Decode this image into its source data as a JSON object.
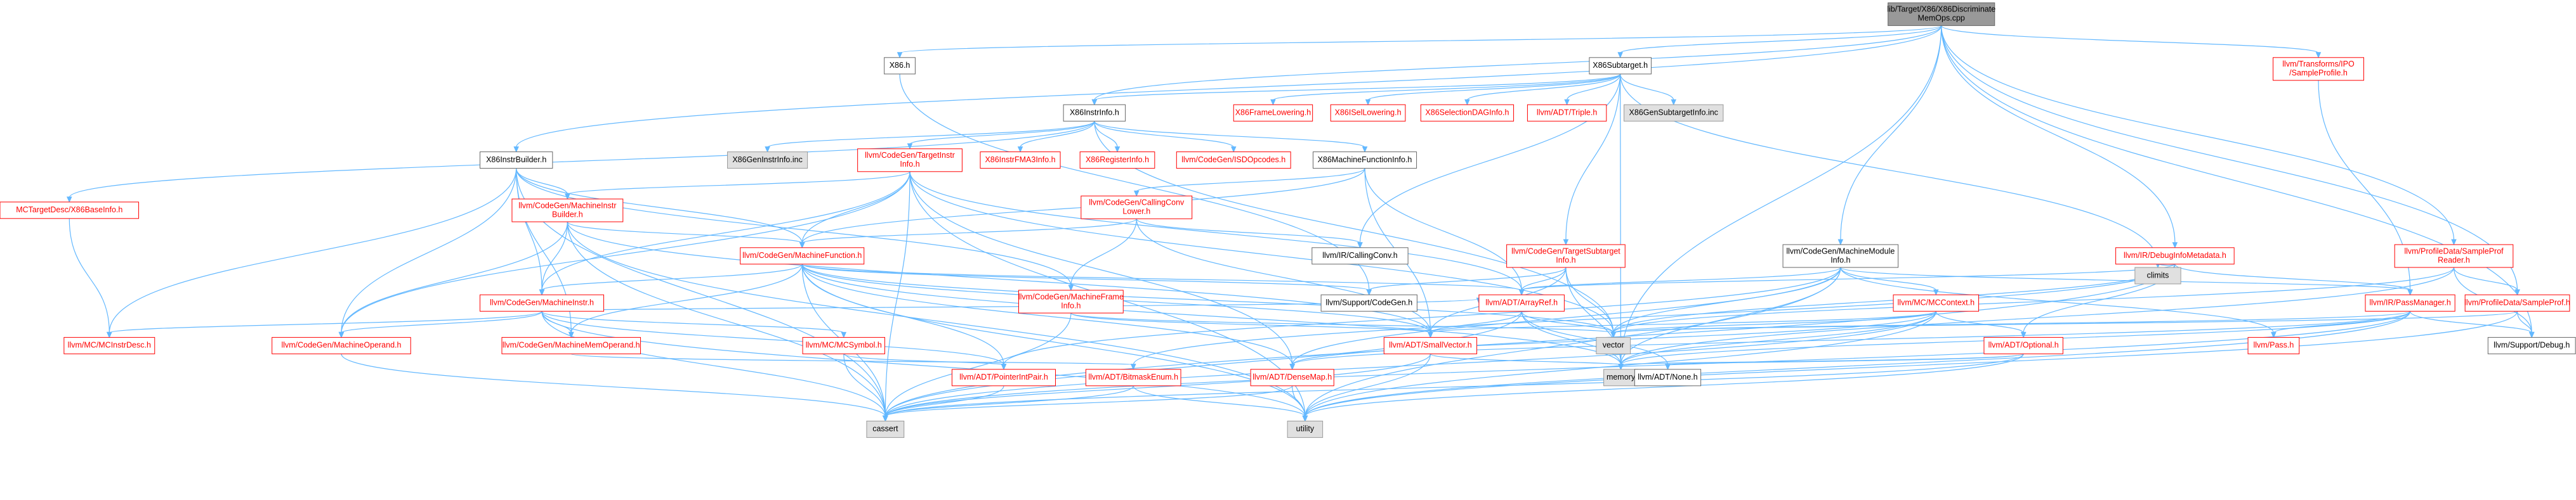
{
  "colors": {
    "edge": "#63b8ff",
    "root_fill": "#999999",
    "normal_fill": "#ffffff",
    "normal_border": "#666666",
    "missing_border": "#ff0000",
    "external_fill": "#e0e0e0",
    "external_border": "#999999",
    "text": "#000000",
    "missing_text": "#ff0000"
  },
  "nodes": [
    {
      "id": "root",
      "label": "lib/Target/X86/X86Discriminate\nMemOps.cpp",
      "kind": "root"
    },
    {
      "id": "x86h",
      "label": "X86.h",
      "kind": "normal"
    },
    {
      "id": "subtarget",
      "label": "X86Subtarget.h",
      "kind": "normal"
    },
    {
      "id": "ipo",
      "label": "llvm/Transforms/IPO\n/SampleProfile.h",
      "kind": "missing"
    },
    {
      "id": "instrinfo",
      "label": "X86InstrInfo.h",
      "kind": "normal"
    },
    {
      "id": "framelow",
      "label": "X86FrameLowering.h",
      "kind": "missing"
    },
    {
      "id": "isellow",
      "label": "X86ISelLowering.h",
      "kind": "missing"
    },
    {
      "id": "seldag",
      "label": "X86SelectionDAGInfo.h",
      "kind": "missing"
    },
    {
      "id": "triple",
      "label": "llvm/ADT/Triple.h",
      "kind": "missing"
    },
    {
      "id": "gensub",
      "label": "X86GenSubtargetInfo.inc",
      "kind": "external"
    },
    {
      "id": "instrbuilder",
      "label": "X86InstrBuilder.h",
      "kind": "normal"
    },
    {
      "id": "geninstr",
      "label": "X86GenInstrInfo.inc",
      "kind": "external"
    },
    {
      "id": "targetinstr",
      "label": "llvm/CodeGen/TargetInstr\nInfo.h",
      "kind": "missing"
    },
    {
      "id": "fma3",
      "label": "X86InstrFMA3Info.h",
      "kind": "missing"
    },
    {
      "id": "reginfo",
      "label": "X86RegisterInfo.h",
      "kind": "missing"
    },
    {
      "id": "isdop",
      "label": "llvm/CodeGen/ISDOpcodes.h",
      "kind": "missing"
    },
    {
      "id": "machfuncinfo",
      "label": "X86MachineFunctionInfo.h",
      "kind": "normal"
    },
    {
      "id": "mcbase",
      "label": "MCTargetDesc/X86BaseInfo.h",
      "kind": "missing"
    },
    {
      "id": "mib",
      "label": "llvm/CodeGen/MachineInstr\nBuilder.h",
      "kind": "missing"
    },
    {
      "id": "callconv",
      "label": "llvm/CodeGen/CallingConv\nLower.h",
      "kind": "missing"
    },
    {
      "id": "mmi",
      "label": "llvm/CodeGen/MachineModule\nInfo.h",
      "kind": "normal"
    },
    {
      "id": "debuginfo",
      "label": "llvm/IR/DebugInfoMetadata.h",
      "kind": "missing"
    },
    {
      "id": "sprofreader",
      "label": "llvm/ProfileData/SampleProf\nReader.h",
      "kind": "missing"
    },
    {
      "id": "mf",
      "label": "llvm/CodeGen/MachineFunction.h",
      "kind": "missing"
    },
    {
      "id": "irconv",
      "label": "llvm/IR/CallingConv.h",
      "kind": "normal"
    },
    {
      "id": "tsubinfo",
      "label": "llvm/CodeGen/TargetSubtarget\nInfo.h",
      "kind": "missing"
    },
    {
      "id": "climits",
      "label": "climits",
      "kind": "external"
    },
    {
      "id": "passmgr",
      "label": "llvm/IR/PassManager.h",
      "kind": "missing"
    },
    {
      "id": "sampleprof",
      "label": "llvm/ProfileData/SampleProf.h",
      "kind": "missing"
    },
    {
      "id": "mi",
      "label": "llvm/CodeGen/MachineInstr.h",
      "kind": "missing"
    },
    {
      "id": "mfi",
      "label": "llvm/CodeGen/MachineFrame\nInfo.h",
      "kind": "missing"
    },
    {
      "id": "supcg",
      "label": "llvm/Support/CodeGen.h",
      "kind": "normal"
    },
    {
      "id": "arrayref",
      "label": "llvm/ADT/ArrayRef.h",
      "kind": "missing"
    },
    {
      "id": "mccontext",
      "label": "llvm/MC/MCContext.h",
      "kind": "missing"
    },
    {
      "id": "mcinstrdesc",
      "label": "llvm/MC/MCInstrDesc.h",
      "kind": "missing"
    },
    {
      "id": "mo",
      "label": "llvm/CodeGen/MachineOperand.h",
      "kind": "missing"
    },
    {
      "id": "mmo",
      "label": "llvm/CodeGen/MachineMemOperand.h",
      "kind": "missing"
    },
    {
      "id": "mcsymbol",
      "label": "llvm/MC/MCSymbol.h",
      "kind": "missing"
    },
    {
      "id": "smallvec",
      "label": "llvm/ADT/SmallVector.h",
      "kind": "missing"
    },
    {
      "id": "vector",
      "label": "vector",
      "kind": "external"
    },
    {
      "id": "optional",
      "label": "llvm/ADT/Optional.h",
      "kind": "missing"
    },
    {
      "id": "pass",
      "label": "llvm/Pass.h",
      "kind": "missing"
    },
    {
      "id": "debug",
      "label": "llvm/Support/Debug.h",
      "kind": "normal"
    },
    {
      "id": "ptrint",
      "label": "llvm/ADT/PointerIntPair.h",
      "kind": "missing"
    },
    {
      "id": "bitmask",
      "label": "llvm/ADT/BitmaskEnum.h",
      "kind": "missing"
    },
    {
      "id": "densemap",
      "label": "llvm/ADT/DenseMap.h",
      "kind": "missing"
    },
    {
      "id": "memory",
      "label": "memory",
      "kind": "external"
    },
    {
      "id": "none",
      "label": "llvm/ADT/None.h",
      "kind": "normal"
    },
    {
      "id": "cassert",
      "label": "cassert",
      "kind": "external"
    },
    {
      "id": "utility",
      "label": "utility",
      "kind": "external"
    }
  ],
  "edges": [
    [
      "root",
      "x86h"
    ],
    [
      "root",
      "subtarget"
    ],
    [
      "root",
      "instrinfo"
    ],
    [
      "root",
      "instrbuilder"
    ],
    [
      "root",
      "ipo"
    ],
    [
      "root",
      "mmi"
    ],
    [
      "root",
      "debuginfo"
    ],
    [
      "root",
      "sprofreader"
    ],
    [
      "root",
      "sampleprof"
    ],
    [
      "root",
      "debug"
    ],
    [
      "root",
      "memory"
    ],
    [
      "x86h",
      "supcg"
    ],
    [
      "subtarget",
      "instrinfo"
    ],
    [
      "subtarget",
      "framelow"
    ],
    [
      "subtarget",
      "isellow"
    ],
    [
      "subtarget",
      "seldag"
    ],
    [
      "subtarget",
      "triple"
    ],
    [
      "subtarget",
      "gensub"
    ],
    [
      "subtarget",
      "irconv"
    ],
    [
      "subtarget",
      "tsubinfo"
    ],
    [
      "subtarget",
      "climits"
    ],
    [
      "subtarget",
      "memory"
    ],
    [
      "ipo",
      "passmgr"
    ],
    [
      "instrinfo",
      "mcbase"
    ],
    [
      "instrinfo",
      "geninstr"
    ],
    [
      "instrinfo",
      "targetinstr"
    ],
    [
      "instrinfo",
      "fma3"
    ],
    [
      "instrinfo",
      "reginfo"
    ],
    [
      "instrinfo",
      "isdop"
    ],
    [
      "instrinfo",
      "machfuncinfo"
    ],
    [
      "instrinfo",
      "vector"
    ],
    [
      "instrbuilder",
      "mib"
    ],
    [
      "instrbuilder",
      "mf"
    ],
    [
      "instrbuilder",
      "mi"
    ],
    [
      "instrbuilder",
      "mfi"
    ],
    [
      "instrbuilder",
      "mcinstrdesc"
    ],
    [
      "instrbuilder",
      "mo"
    ],
    [
      "instrbuilder",
      "mmo"
    ],
    [
      "instrbuilder",
      "cassert"
    ],
    [
      "targetinstr",
      "mib"
    ],
    [
      "targetinstr",
      "mf"
    ],
    [
      "targetinstr",
      "mi"
    ],
    [
      "targetinstr",
      "arrayref"
    ],
    [
      "targetinstr",
      "mo"
    ],
    [
      "targetinstr",
      "densemap"
    ],
    [
      "targetinstr",
      "vector"
    ],
    [
      "targetinstr",
      "cassert"
    ],
    [
      "targetinstr",
      "utility"
    ],
    [
      "machfuncinfo",
      "callconv"
    ],
    [
      "machfuncinfo",
      "mf"
    ],
    [
      "machfuncinfo",
      "arrayref"
    ],
    [
      "machfuncinfo",
      "smallvec"
    ],
    [
      "mcbase",
      "mcinstrdesc"
    ],
    [
      "mib",
      "mf"
    ],
    [
      "mib",
      "mi"
    ],
    [
      "mib",
      "mo"
    ],
    [
      "mib",
      "smallvec"
    ],
    [
      "mib",
      "cassert"
    ],
    [
      "mib",
      "utility"
    ],
    [
      "callconv",
      "mf"
    ],
    [
      "callconv",
      "irconv"
    ],
    [
      "callconv",
      "mfi"
    ],
    [
      "callconv",
      "smallvec"
    ],
    [
      "mmi",
      "arrayref"
    ],
    [
      "mmi",
      "mccontext"
    ],
    [
      "mmi",
      "passmgr"
    ],
    [
      "mmi",
      "pass"
    ],
    [
      "mmi",
      "densemap"
    ],
    [
      "mmi",
      "ptrint"
    ],
    [
      "mmi",
      "memory"
    ],
    [
      "mmi",
      "utility"
    ],
    [
      "mmi",
      "vector"
    ],
    [
      "debuginfo",
      "arrayref"
    ],
    [
      "debuginfo",
      "climits"
    ],
    [
      "debuginfo",
      "passmgr"
    ],
    [
      "debuginfo",
      "optional"
    ],
    [
      "debuginfo",
      "bitmask"
    ],
    [
      "debuginfo",
      "cassert"
    ],
    [
      "debuginfo",
      "vector"
    ],
    [
      "sprofreader",
      "sampleprof"
    ],
    [
      "sprofreader",
      "debug"
    ],
    [
      "sprofreader",
      "memory"
    ],
    [
      "sprofreader",
      "vector"
    ],
    [
      "mf",
      "mi"
    ],
    [
      "mf",
      "mmo"
    ],
    [
      "mf",
      "arrayref"
    ],
    [
      "mf",
      "smallvec"
    ],
    [
      "mf",
      "densemap"
    ],
    [
      "mf",
      "ptrint"
    ],
    [
      "mf",
      "supcg"
    ],
    [
      "mf",
      "cassert"
    ],
    [
      "mf",
      "utility"
    ],
    [
      "mf",
      "vector"
    ],
    [
      "mf",
      "memory"
    ],
    [
      "tsubinfo",
      "arrayref"
    ],
    [
      "tsubinfo",
      "smallvec"
    ],
    [
      "tsubinfo",
      "supcg"
    ],
    [
      "tsubinfo",
      "memory"
    ],
    [
      "tsubinfo",
      "vector"
    ],
    [
      "passmgr",
      "pass"
    ],
    [
      "passmgr",
      "debug"
    ],
    [
      "passmgr",
      "memory"
    ],
    [
      "passmgr",
      "utility"
    ],
    [
      "passmgr",
      "densemap"
    ],
    [
      "passmgr",
      "cassert"
    ],
    [
      "passmgr",
      "vector"
    ],
    [
      "sampleprof",
      "debug"
    ],
    [
      "sampleprof",
      "vector"
    ],
    [
      "sampleprof",
      "utility"
    ],
    [
      "mi",
      "mcinstrdesc"
    ],
    [
      "mi",
      "mo"
    ],
    [
      "mi",
      "mmo"
    ],
    [
      "mi",
      "mcsymbol"
    ],
    [
      "mi",
      "arrayref"
    ],
    [
      "mi",
      "ptrint"
    ],
    [
      "mi",
      "cassert"
    ],
    [
      "mi",
      "utility"
    ],
    [
      "mfi",
      "smallvec"
    ],
    [
      "mfi",
      "vector"
    ],
    [
      "mfi",
      "cassert"
    ],
    [
      "arrayref",
      "smallvec"
    ],
    [
      "arrayref",
      "none"
    ],
    [
      "arrayref",
      "memory"
    ],
    [
      "arrayref",
      "vector"
    ],
    [
      "arrayref",
      "cassert"
    ],
    [
      "mccontext",
      "densemap"
    ],
    [
      "mccontext",
      "optional"
    ],
    [
      "mccontext",
      "smallvec"
    ],
    [
      "mccontext",
      "memory"
    ],
    [
      "mccontext",
      "utility"
    ],
    [
      "mccontext",
      "cassert"
    ],
    [
      "mccontext",
      "vector"
    ],
    [
      "mo",
      "cassert"
    ],
    [
      "mmo",
      "bitmask"
    ],
    [
      "mcsymbol",
      "cassert"
    ],
    [
      "mcsymbol",
      "ptrint"
    ],
    [
      "smallvec",
      "utility"
    ],
    [
      "smallvec",
      "memory"
    ],
    [
      "smallvec",
      "cassert"
    ],
    [
      "optional",
      "none"
    ],
    [
      "optional",
      "utility"
    ],
    [
      "optional",
      "memory"
    ],
    [
      "optional",
      "cassert"
    ],
    [
      "ptrint",
      "cassert"
    ],
    [
      "bitmask",
      "cassert"
    ],
    [
      "bitmask",
      "utility"
    ],
    [
      "densemap",
      "utility"
    ],
    [
      "densemap",
      "cassert"
    ]
  ]
}
